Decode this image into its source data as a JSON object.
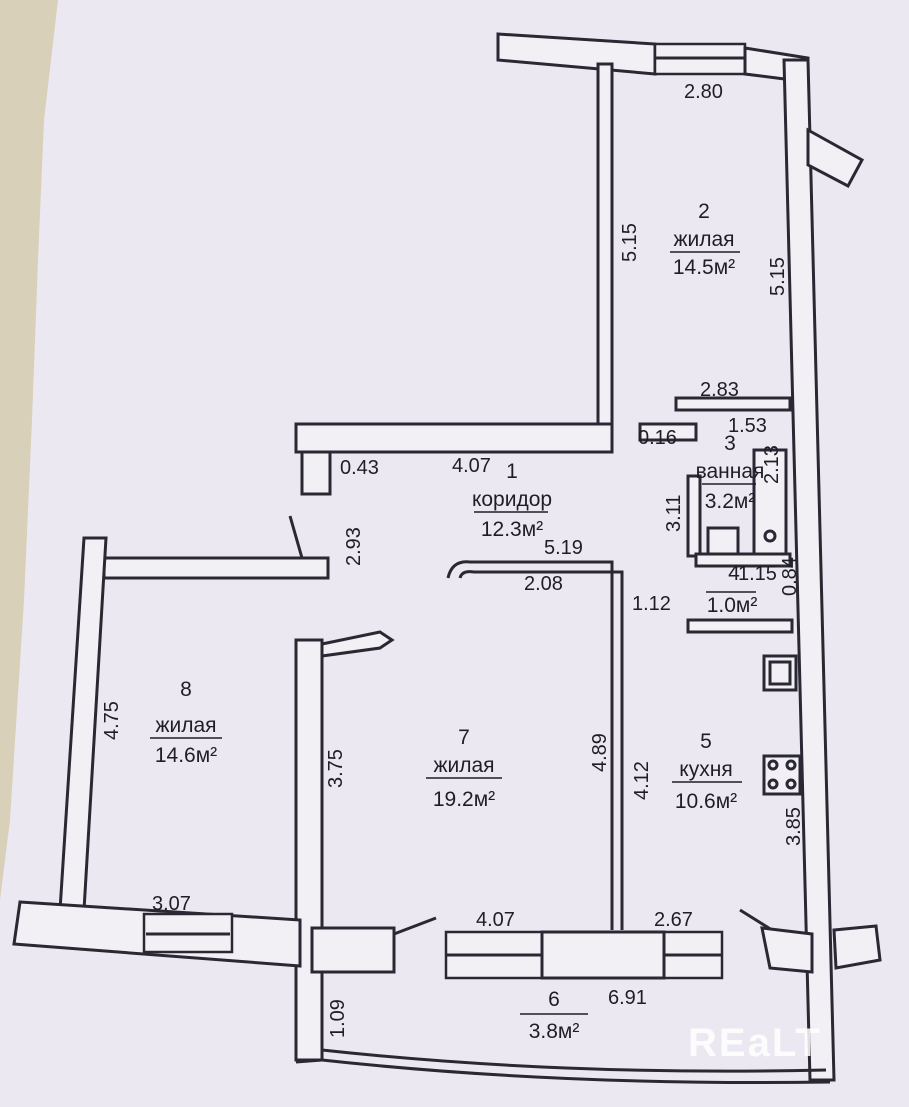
{
  "rooms": [
    {
      "id": "1",
      "number": "1",
      "name": "коридор",
      "area": "12.3м²"
    },
    {
      "id": "2",
      "number": "2",
      "name": "жилая",
      "area": "14.5м²"
    },
    {
      "id": "3",
      "number": "3",
      "name": "ванная",
      "area": "3.2м²"
    },
    {
      "id": "4",
      "number": "4",
      "name": "",
      "area": "1.0м²"
    },
    {
      "id": "5",
      "number": "5",
      "name": "кухня",
      "area": "10.6м²"
    },
    {
      "id": "6",
      "number": "6",
      "name": "",
      "area": "3.8м²"
    },
    {
      "id": "7",
      "number": "7",
      "name": "жилая",
      "area": "19.2м²"
    },
    {
      "id": "8",
      "number": "8",
      "name": "жилая",
      "area": "14.6м²"
    }
  ],
  "dimensions": {
    "room2_top": "2.80",
    "room2_left": "5.15",
    "room2_right": "5.15",
    "bath_top": "2.83",
    "bath_inner_top": "1.53",
    "bath_wall": "0.16",
    "bath_left": "3.11",
    "bath_tub": "2.13",
    "corridor_niche": "0.43",
    "corridor_top": "4.07",
    "corridor_mid": "5.19",
    "corridor_side": "2.93",
    "room7_top": "2.08",
    "room7_inner": "1.12",
    "wc_width": "1.15",
    "wc_depth": "0.84",
    "room7_right": "4.89",
    "kitchen_left": "4.12",
    "kitchen_right": "3.85",
    "room8_left": "4.75",
    "room8_bottom": "3.07",
    "room7_left": "3.75",
    "room7_bottom": "4.07",
    "kitchen_bottom": "2.67",
    "balcony_width": "6.91",
    "balcony_depth": "1.09"
  },
  "watermark": "REaLT"
}
